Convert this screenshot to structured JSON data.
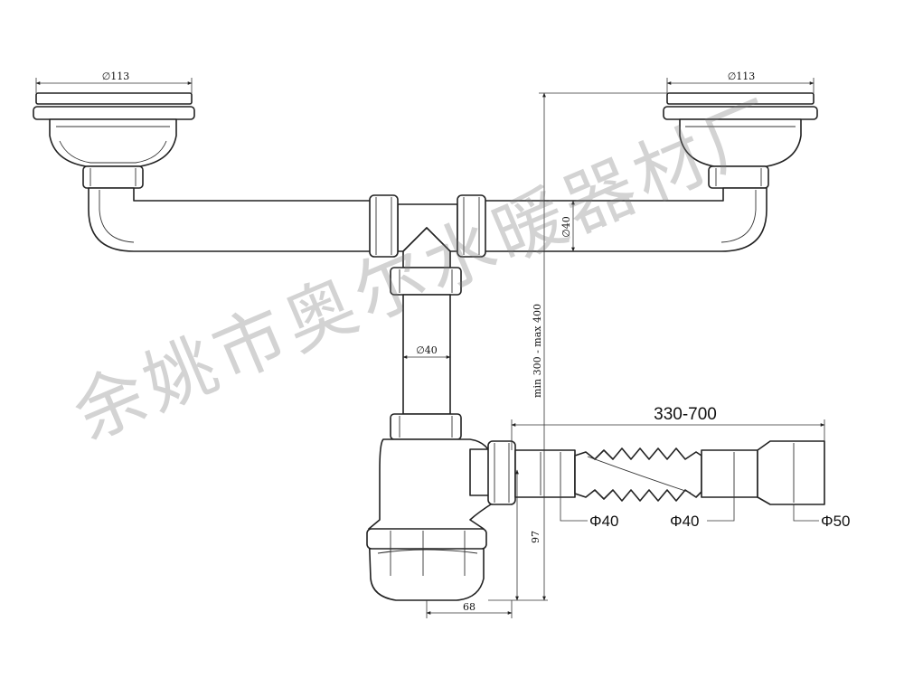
{
  "dimensions": {
    "left_strainer_diameter": "∅113",
    "right_strainer_diameter": "∅113",
    "horizontal_pipe_diameter": "∅40",
    "vertical_pipe_diameter": "∅40",
    "height_range": "min 300 - max 400",
    "trap_height": "97",
    "trap_offset": "68",
    "hose_length": "330-700",
    "hose_inlet_diameter": "Φ40",
    "hose_middle_diameter": "Φ40",
    "hose_outlet_diameter": "Φ50"
  },
  "watermark": {
    "text": "余姚市奥尔水暖器材厂"
  }
}
